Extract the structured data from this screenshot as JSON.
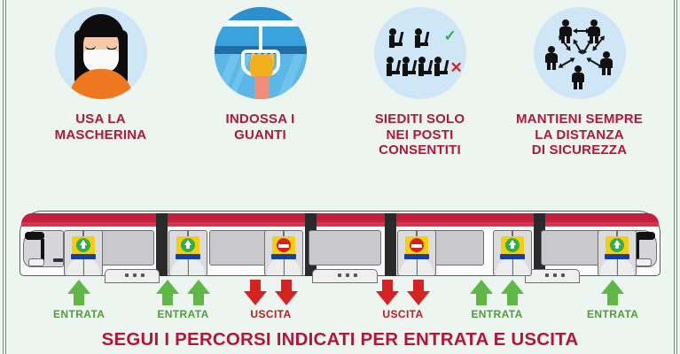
{
  "colors": {
    "background": "#edf5f1",
    "heading_red": "#b4163a",
    "entry_green": "#5fb746",
    "exit_red": "#d62222",
    "train_red": "#c4203e",
    "circle_blue": "#cfe6f7"
  },
  "tips": [
    {
      "icon": "masked-face-icon",
      "line1": "USA LA",
      "line2": "MASCHERINA",
      "line3": ""
    },
    {
      "icon": "gloved-hand-handle-icon",
      "line1": "INDOSSA I",
      "line2": "GUANTI",
      "line3": ""
    },
    {
      "icon": "spaced-seating-icon",
      "line1": "SIEDITI SOLO",
      "line2": "NEI POSTI",
      "line3": "CONSENTITI"
    },
    {
      "icon": "social-distance-icon",
      "line1": "MANTIENI SEMPRE",
      "line2": "LA DISTANZA",
      "line3": "DI SICUREZZA"
    }
  ],
  "train": {
    "doors": [
      {
        "sign": "entry-sign",
        "type": "go"
      },
      {
        "sign": "entry-sign",
        "type": "go"
      },
      {
        "sign": "no-entry-sign",
        "type": "stop"
      },
      {
        "sign": "no-entry-sign",
        "type": "stop"
      },
      {
        "sign": "entry-sign",
        "type": "go"
      },
      {
        "sign": "entry-sign",
        "type": "go"
      }
    ]
  },
  "flow_markers": [
    {
      "label": "ENTRATA",
      "direction": "up",
      "count": 1
    },
    {
      "label": "ENTRATA",
      "direction": "up",
      "count": 2
    },
    {
      "label": "USCITA",
      "direction": "down",
      "count": 2
    },
    {
      "label": "USCITA",
      "direction": "down",
      "count": 2
    },
    {
      "label": "ENTRATA",
      "direction": "up",
      "count": 2
    },
    {
      "label": "ENTRATA",
      "direction": "up",
      "count": 1
    }
  ],
  "banner": {
    "text": "SEGUI I PERCORSI INDICATI PER ENTRATA E USCITA"
  }
}
